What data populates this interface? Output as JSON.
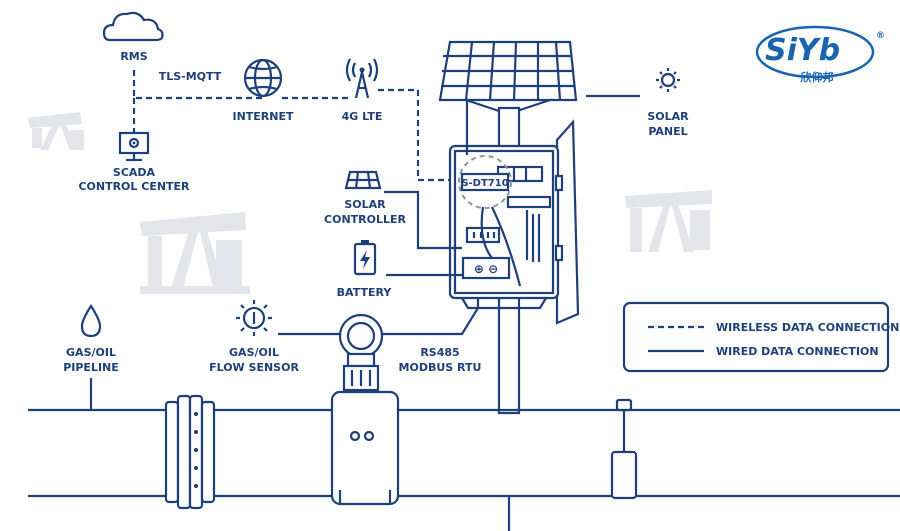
{
  "logo": {
    "text": "SiYb",
    "sub": "欣仰邦",
    "registered": "®",
    "color": "#1a63b0"
  },
  "labels": {
    "rms": "RMS",
    "tls_mqtt": "TLS-MQTT",
    "internet": "INTERNET",
    "lte": "4G LTE",
    "scada_1": "SCADA",
    "scada_2": "CONTROL CENTER",
    "solar_panel_1": "SOLAR",
    "solar_panel_2": "PANEL",
    "solar_controller_1": "SOLAR",
    "solar_controller_2": "CONTROLLER",
    "battery": "BATTERY",
    "device": "S-DT710",
    "pipeline_1": "GAS/OIL",
    "pipeline_2": "PIPELINE",
    "flow_sensor_1": "GAS/OIL",
    "flow_sensor_2": "FLOW SENSOR",
    "rtu_1": "RS485",
    "rtu_2": "MODBUS RTU",
    "terminal_symbols": "⊕ ⊖"
  },
  "legend": {
    "wireless": "WIRELESS DATA CONNECTION",
    "wired": "WIRED DATA CONNECTION"
  },
  "icons": [
    "cloud-icon",
    "globe-icon",
    "antenna-icon",
    "monitor-gear-icon",
    "sun-icon",
    "solar-controller-icon",
    "battery-icon",
    "droplet-icon",
    "flow-sensor-icon",
    "pumpjack-icon"
  ],
  "colors": {
    "line": "#1f3f78",
    "pump": "#e3e5ea",
    "brand": "#1a63b0"
  }
}
